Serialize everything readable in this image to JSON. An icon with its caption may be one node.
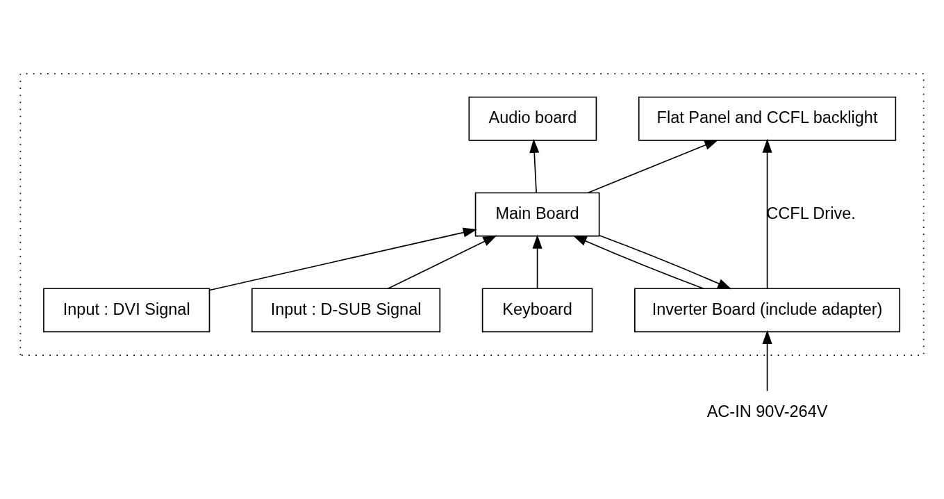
{
  "diagram": {
    "nodes": [
      {
        "text": [],
        "shape": "box"
      },
      {
        "text": [
          "Flat Panel and CCFL backlight"
        ],
        "in": 0
      },
      {
        "text": [
          "Inverter Board (include adapter)"
        ],
        "in": 0
      },
      {
        "text": [
          "Main Board"
        ],
        "in": 0
      },
      {
        "text": [
          "Audio board"
        ],
        "in": 0
      },
      {
        "text": [
          "Keyboard"
        ],
        "in": 0
      },
      {
        "text": [
          "Input : D-SUB Signal"
        ],
        "in": 0
      },
      {
        "text": [
          "Input : DVI Signal"
        ],
        "in": 0
      },
      {
        "text": [
          "AC-IN 90V-264V"
        ]
      }
    ],
    "edges": [
      {
        "from": 2,
        "to": 1,
        "arrow": "to",
        "label": "CCFL Drive."
      },
      {
        "from": 3,
        "to": 1,
        "arrow": "to"
      },
      {
        "from": 3,
        "to": 2,
        "arrow": "to"
      },
      {
        "from": 2,
        "to": 3,
        "arrow": "to"
      },
      {
        "from": 3,
        "to": 4,
        "arrow": "to"
      },
      {
        "from": 5,
        "to": 3,
        "arrow": "to"
      },
      {
        "from": 6,
        "to": 3,
        "arrow": "to"
      },
      {
        "from": 7,
        "to": 3,
        "arrow": "to"
      },
      {
        "from": 8,
        "to": 2,
        "arrow": "to"
      }
    ]
  }
}
